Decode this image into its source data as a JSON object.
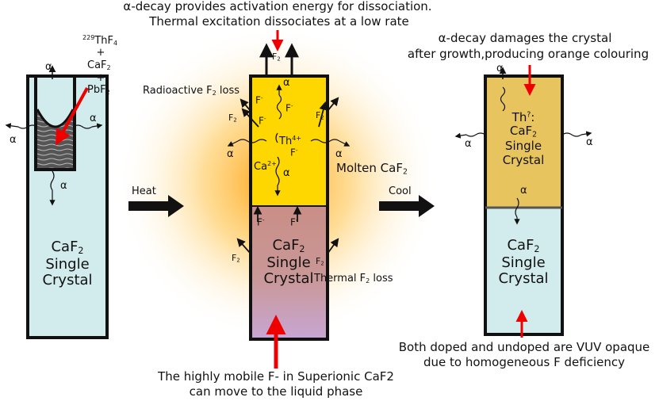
{
  "captions": {
    "top_line1": "α-decay provides activation energy for dissociation.",
    "top_line2": "Thermal excitation dissociates at a low rate",
    "right_top_line1": "α-decay damages the crystal",
    "right_top_line2": "after growth,producing orange colouring",
    "bottom_mid_line1": "The highly mobile F- in Superionic CaF2",
    "bottom_mid_line2": "can move to the liquid phase",
    "bottom_right_line1": "Both doped and undoped are VUV opaque",
    "bottom_right_line2": "due to homogeneous F deficiency"
  },
  "left": {
    "mixture_sup": "229",
    "mixture_th": "ThF",
    "mixture_sub": "4",
    "plus": "+",
    "caf": "CaF",
    "pbf": "PbF",
    "two": "2",
    "crystal_line1": "CaF",
    "crystal_sub": "2",
    "crystal_line2": "Single",
    "crystal_line3": "Crystal",
    "alpha": "α"
  },
  "middle": {
    "f2_main": "F",
    "f2_sub": "2",
    "radioactive_loss_a": "Radioactive F",
    "radioactive_loss_sub": "2",
    "radioactive_loss_b": " loss",
    "f_minus": "F",
    "minus": "-",
    "th": "Th",
    "th_sup": "4+",
    "ca": "Ca",
    "ca_sup": "2+",
    "molten_a": "Molten CaF",
    "molten_sub": "2",
    "thermal_loss_a": "Thermal F",
    "thermal_loss_sub": "2",
    "thermal_loss_b": " loss",
    "crystal_line1": "CaF",
    "crystal_sub": "2",
    "crystal_line2": "Single",
    "crystal_line3": "Crystal",
    "alpha": "α"
  },
  "right": {
    "th": "Th",
    "th_sup": "?",
    "colon": ":",
    "upper_line1": "CaF",
    "upper_sub": "2",
    "upper_line2": "Single",
    "upper_line3": "Crystal",
    "lower_line1": "CaF",
    "lower_sub": "2",
    "lower_line2": "Single",
    "lower_line3": "Crystal",
    "alpha": "α"
  },
  "process": {
    "heat": "Heat",
    "cool": "Cool"
  },
  "colors": {
    "crystal_blue": "#d2ebec",
    "molten_yellow": "#ffd700",
    "crystal_pink": "#c99090",
    "crystal_lilac": "#c8a2c8",
    "orange_crystal": "#e8c45e",
    "red_arrow": "#ee0000",
    "glow": "#ffb300"
  }
}
